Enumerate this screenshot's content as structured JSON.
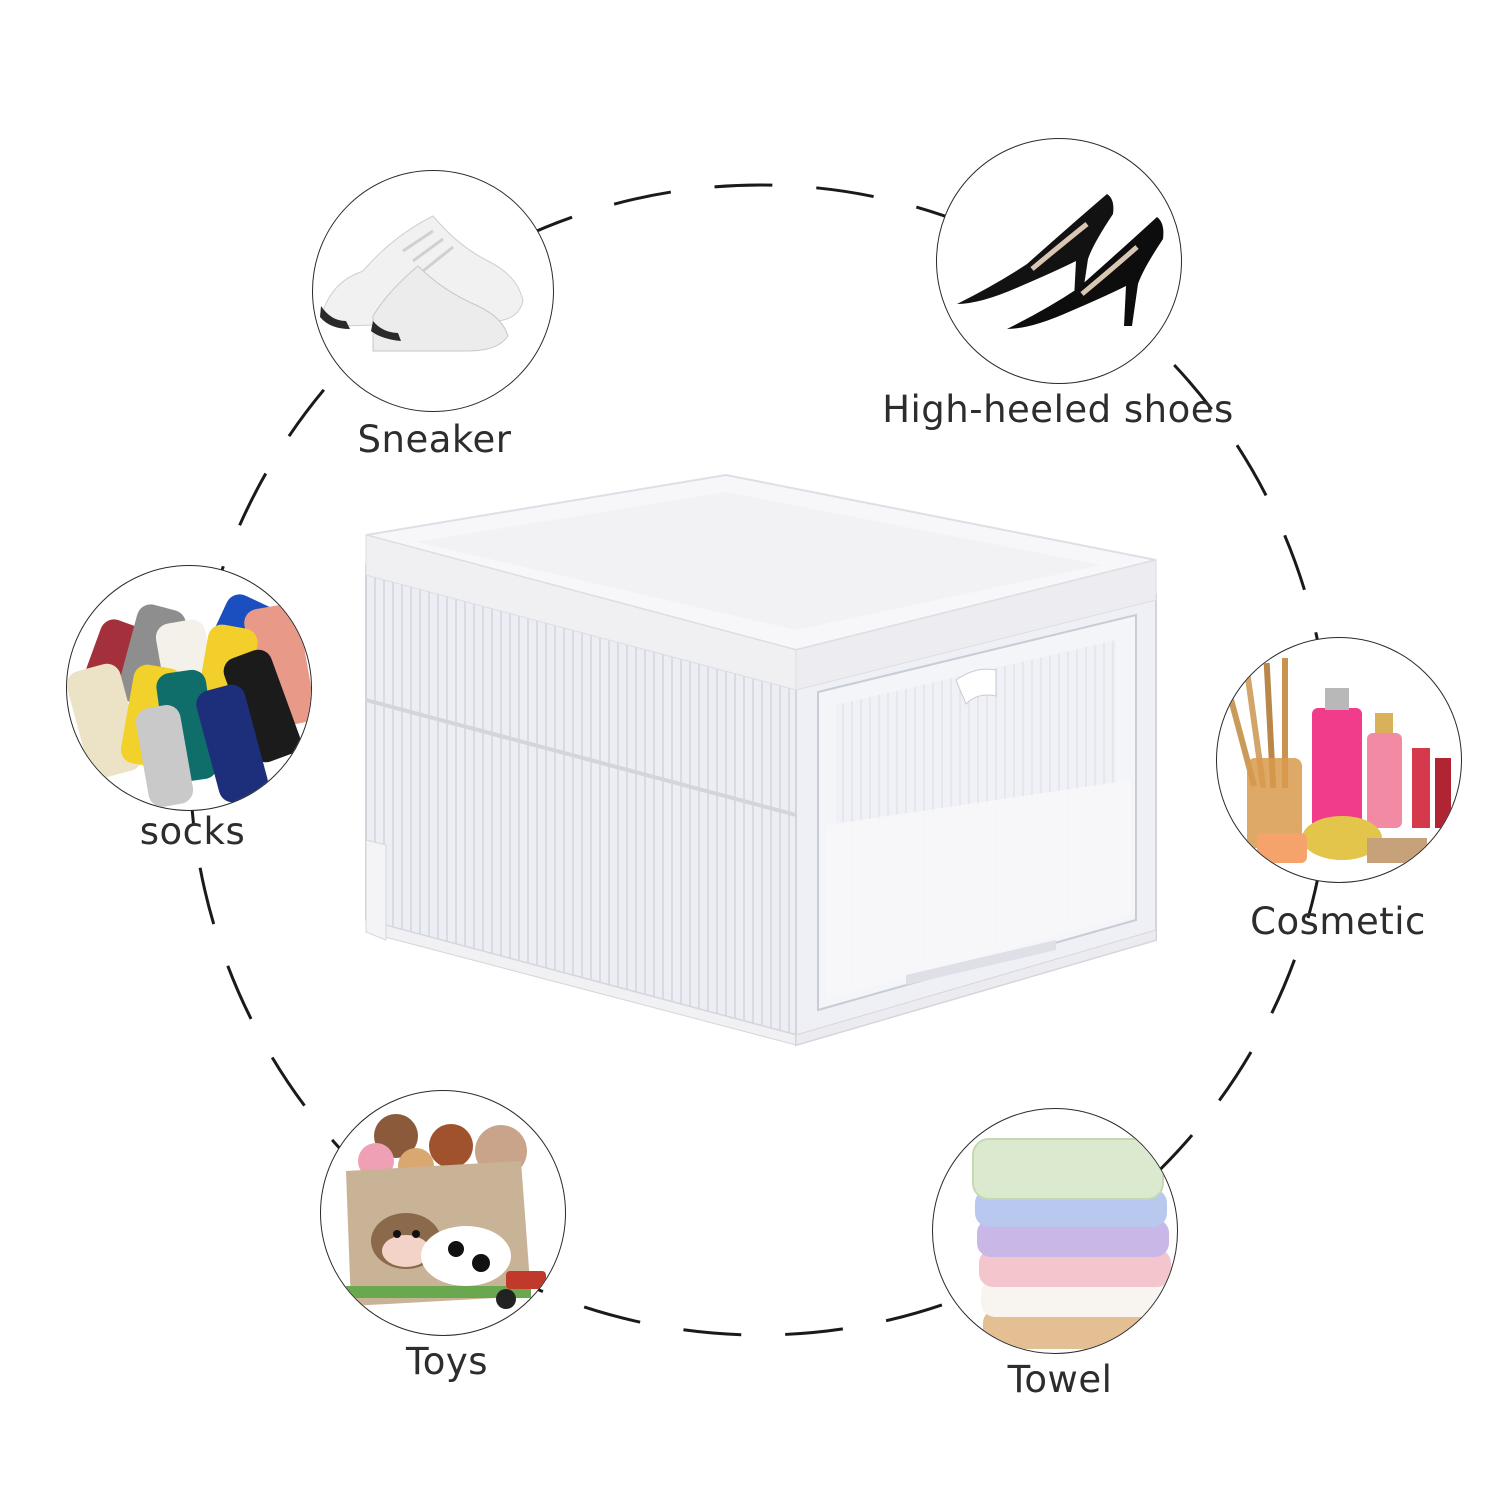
{
  "product": {
    "icon": "foldable-storage-box-icon",
    "colors": {
      "frame": "#f4f4f6",
      "panel": "#e9eaf0",
      "edge": "#d3d4dc"
    }
  },
  "usages": [
    {
      "id": "sneaker",
      "label": "Sneaker",
      "icon": "sneaker-icon"
    },
    {
      "id": "high-heeled-shoes",
      "label": "High-heeled shoes",
      "icon": "high-heel-icon"
    },
    {
      "id": "socks",
      "label": "socks",
      "icon": "socks-icon"
    },
    {
      "id": "cosmetic",
      "label": "Cosmetic",
      "icon": "cosmetics-icon"
    },
    {
      "id": "toys",
      "label": "Toys",
      "icon": "toys-icon"
    },
    {
      "id": "towel",
      "label": "Towel",
      "icon": "towel-icon"
    }
  ],
  "ring": {
    "style": "dashed",
    "color": "#1a1a1a"
  }
}
